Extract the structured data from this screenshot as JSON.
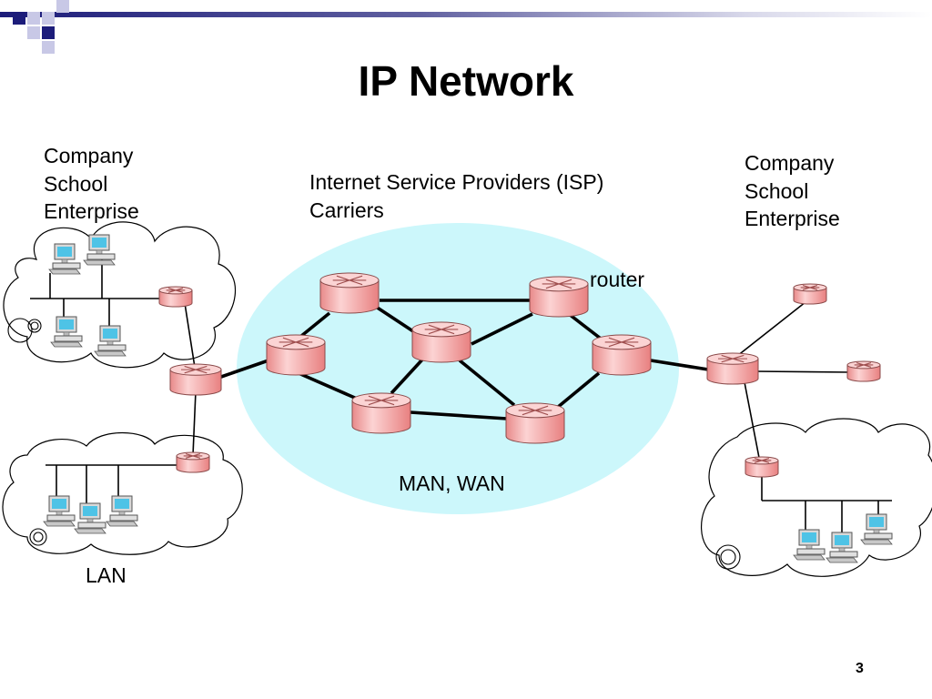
{
  "title": "IP Network",
  "labels": {
    "left_org": [
      "Company",
      "School",
      "Enterprise"
    ],
    "right_org": [
      "Company",
      "School",
      "Enterprise"
    ],
    "isp": [
      "Internet Service Providers (ISP)",
      "Carriers"
    ],
    "router": "router",
    "man_wan": "MAN, WAN",
    "lan": "LAN"
  },
  "page_number": "3",
  "colors": {
    "router_body": "#f4a0a0",
    "router_top": "#fbd4d4",
    "wan_cloud": "#ccf7fb",
    "link": "#000000",
    "header_dark": "#1c1c7a"
  },
  "icons": {
    "router": "router-icon",
    "computer": "desktop-computer-icon",
    "network_tap": "concentric-circle-icon"
  }
}
